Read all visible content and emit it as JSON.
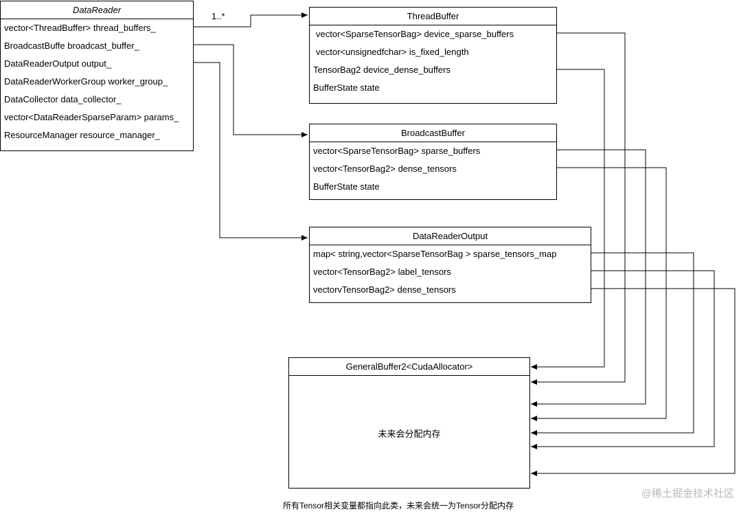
{
  "classes": {
    "data_reader": {
      "title": "DataReader",
      "fields": [
        "vector<ThreadBuffer> thread_buffers_",
        "BroadcastBuffe broadcast_buffer_",
        "DataReaderOutput output_",
        "DataReaderWorkerGroup worker_group_",
        "DataCollector data_collector_",
        "vector<DataReaderSparseParam> params_",
        "ResourceManager resource_manager_"
      ]
    },
    "thread_buffer": {
      "title": "ThreadBuffer",
      "fields": [
        "vector<SparseTensorBag> device_sparse_buffers",
        "vector<unsignedfchar> is_fixed_length",
        "TensorBag2 device_dense_buffers",
        "BufferState  state"
      ]
    },
    "broadcast_buffer": {
      "title": "BroadcastBuffer",
      "fields": [
        "vector<SparseTensorBag> sparse_buffers",
        "vector<TensorBag2> dense_tensors",
        "BufferState  state"
      ]
    },
    "data_reader_output": {
      "title": "DataReaderOutput",
      "fields": [
        "map< string,vector<SparseTensorBag > sparse_tensors_map",
        "vector<TensorBag2> label_tensors",
        "vectorvTensorBag2> dense_tensors"
      ]
    },
    "general_buffer": {
      "title": "GeneralBuffer2<CudaAllocator>",
      "body": "未来会分配内存"
    }
  },
  "multiplicity_label": "1..*",
  "caption": "所有Tensor相关变量都指向此类，未来会统一为Tensor分配内存",
  "watermark": "@稀土掘金技术社区"
}
